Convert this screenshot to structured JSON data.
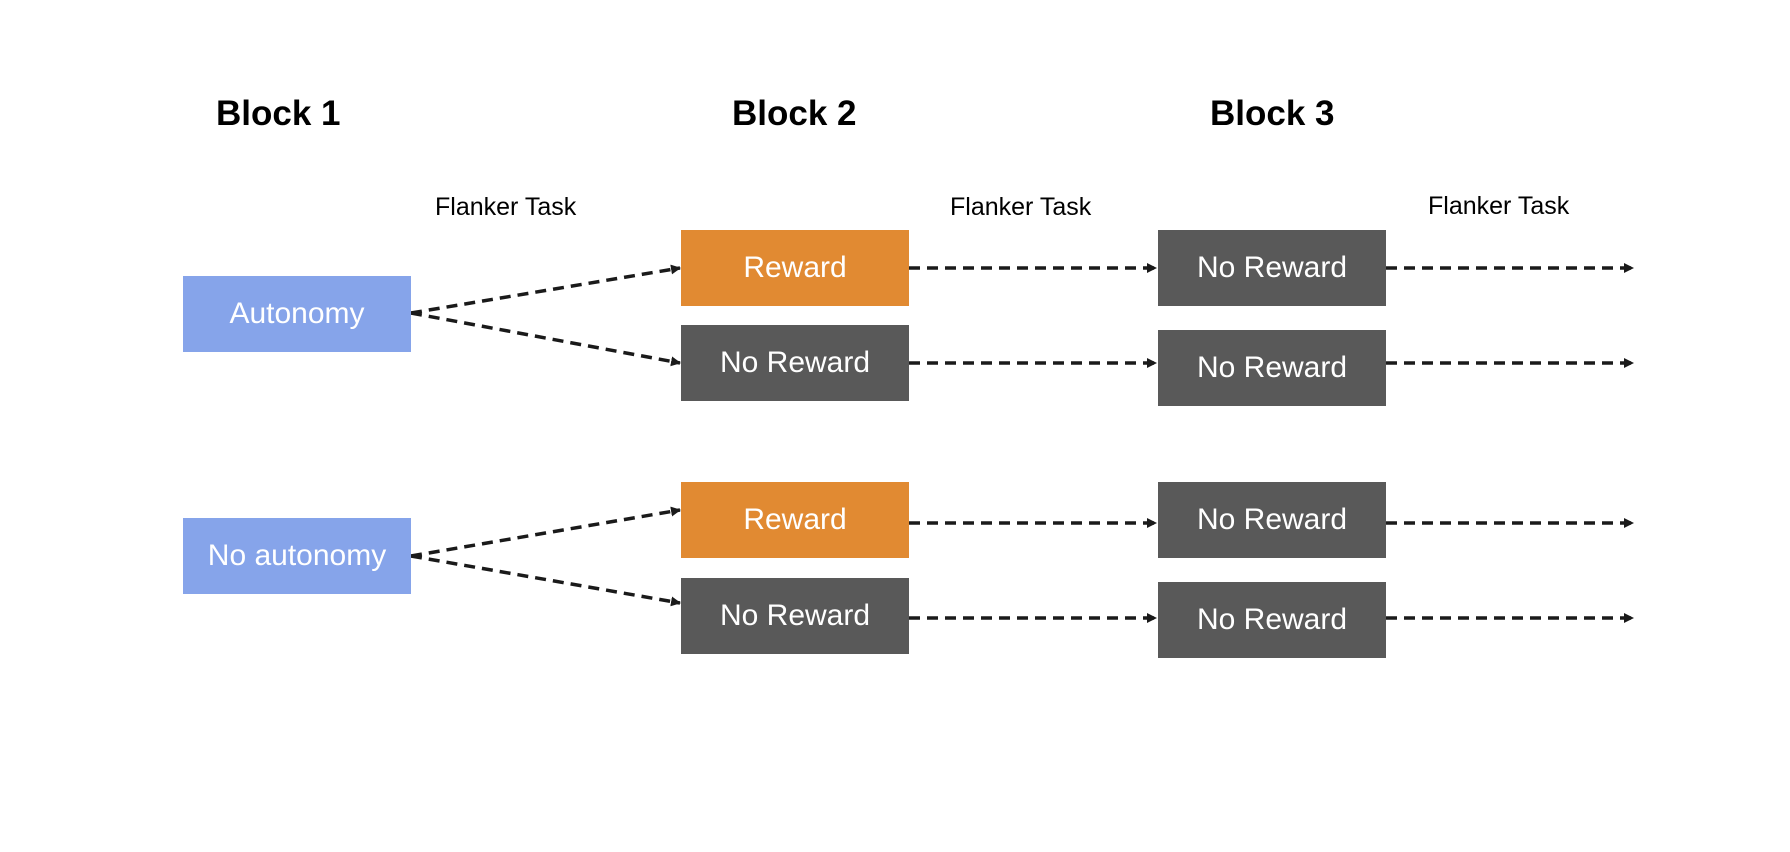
{
  "headings": {
    "block1": "Block 1",
    "block2": "Block 2",
    "block3": "Block 3"
  },
  "task_labels": {
    "stage1": "Flanker Task",
    "stage2": "Flanker Task",
    "stage3": "Flanker Task"
  },
  "block1_conditions": {
    "autonomy": "Autonomy",
    "no_autonomy": "No autonomy"
  },
  "block2_conditions": {
    "autonomy_reward": "Reward",
    "autonomy_no_reward": "No Reward",
    "no_autonomy_reward": "Reward",
    "no_autonomy_no_reward": "No Reward"
  },
  "block3_conditions": {
    "autonomy_reward": "No Reward",
    "autonomy_no_reward": "No Reward",
    "no_autonomy_reward": "No Reward",
    "no_autonomy_no_reward": "No Reward"
  },
  "colors": {
    "autonomy_box": "#86a4ea",
    "reward_box": "#e18a32",
    "no_reward_box": "#595959",
    "arrow": "#1a1a1a"
  }
}
